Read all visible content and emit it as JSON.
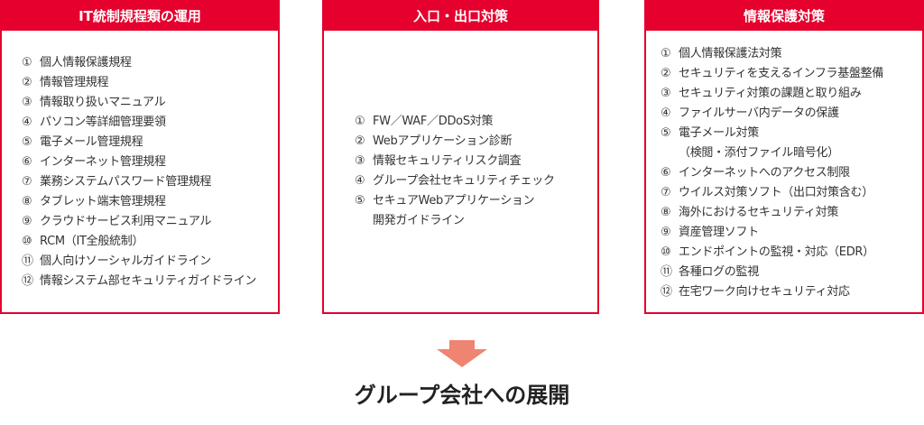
{
  "boxes": [
    {
      "title": "IT統制規程類の運用",
      "items": [
        {
          "num": "①",
          "text": "個人情報保護規程"
        },
        {
          "num": "②",
          "text": "情報管理規程"
        },
        {
          "num": "③",
          "text": "情報取り扱いマニュアル"
        },
        {
          "num": "④",
          "text": "パソコン等詳細管理要領"
        },
        {
          "num": "⑤",
          "text": "電子メール管理規程"
        },
        {
          "num": "⑥",
          "text": "インターネット管理規程"
        },
        {
          "num": "⑦",
          "text": "業務システムパスワード管理規程"
        },
        {
          "num": "⑧",
          "text": "タブレット端末管理規程"
        },
        {
          "num": "⑨",
          "text": "クラウドサービス利用マニュアル"
        },
        {
          "num": "⑩",
          "text": "RCM（IT全般統制）"
        },
        {
          "num": "⑪",
          "text": "個人向けソーシャルガイドライン"
        },
        {
          "num": "⑫",
          "text": "情報システム部セキュリティガイドライン"
        }
      ]
    },
    {
      "title": "入口・出口対策",
      "items": [
        {
          "num": "①",
          "text": "FW／WAF／DDoS対策"
        },
        {
          "num": "②",
          "text": "Webアプリケーション診断"
        },
        {
          "num": "③",
          "text": "情報セキュリティリスク調査"
        },
        {
          "num": "④",
          "text": "グループ会社セキュリティチェック"
        },
        {
          "num": "⑤",
          "text": "セキュアWebアプリケーション"
        },
        {
          "num": "",
          "text": "開発ガイドライン"
        }
      ]
    },
    {
      "title": "情報保護対策",
      "items": [
        {
          "num": "①",
          "text": "個人情報保護法対策"
        },
        {
          "num": "②",
          "text": "セキュリティを支えるインフラ基盤整備"
        },
        {
          "num": "③",
          "text": "セキュリティ対策の課題と取り組み"
        },
        {
          "num": "④",
          "text": "ファイルサーバ内データの保護"
        },
        {
          "num": "⑤",
          "text": "電子メール対策"
        },
        {
          "num": "",
          "text": "（検閲・添付ファイル暗号化）"
        },
        {
          "num": "⑥",
          "text": "インターネットへのアクセス制限"
        },
        {
          "num": "⑦",
          "text": "ウイルス対策ソフト（出口対策含む）"
        },
        {
          "num": "⑧",
          "text": "海外におけるセキュリティ対策"
        },
        {
          "num": "⑨",
          "text": "資産管理ソフト"
        },
        {
          "num": "⑩",
          "text": "エンドポイントの監視・対応（EDR）"
        },
        {
          "num": "⑪",
          "text": "各種ログの監視"
        },
        {
          "num": "⑫",
          "text": "在宅ワーク向けセキュリティ対応"
        }
      ]
    }
  ],
  "conclusion": "グループ会社への展開",
  "colors": {
    "accent": "#e5002d",
    "arrow": "#ef8472"
  }
}
